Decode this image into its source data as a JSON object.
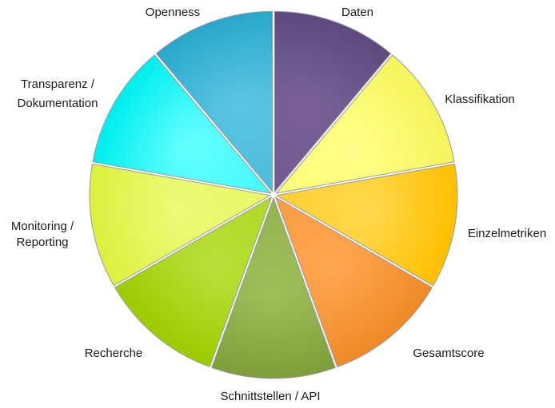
{
  "chart_data": {
    "type": "pie",
    "title": "",
    "slices": [
      {
        "label": "Daten",
        "value": 1,
        "color": "#5f4a80",
        "highlight": "#7a6299"
      },
      {
        "label": "Klassifikation",
        "value": 1,
        "color": "#f5f55c",
        "highlight": "#ffff88"
      },
      {
        "label": "Einzelmetriken",
        "value": 1,
        "color": "#ffc000",
        "highlight": "#ffd84d"
      },
      {
        "label": "Gesamtscore",
        "value": 1,
        "color": "#f08a28",
        "highlight": "#ffa650"
      },
      {
        "label": "Schnittstellen / API",
        "value": 1,
        "color": "#7f9e3c",
        "highlight": "#9fbe5c"
      },
      {
        "label": "Recherche",
        "value": 1,
        "color": "#9ccc00",
        "highlight": "#b8e03a"
      },
      {
        "label": "Monitoring / Reporting",
        "value": 1,
        "color": "#ddf040",
        "highlight": "#eefa78"
      },
      {
        "label": "Transparenz / Dokumentation",
        "value": 1,
        "color": "#00eef0",
        "highlight": "#66ffff"
      },
      {
        "label": "Openness",
        "value": 1,
        "color": "#2aa8cc",
        "highlight": "#5cc6e4"
      }
    ],
    "start_angle_deg": 0,
    "direction": "clockwise",
    "legend": "none",
    "labels": "outside"
  }
}
